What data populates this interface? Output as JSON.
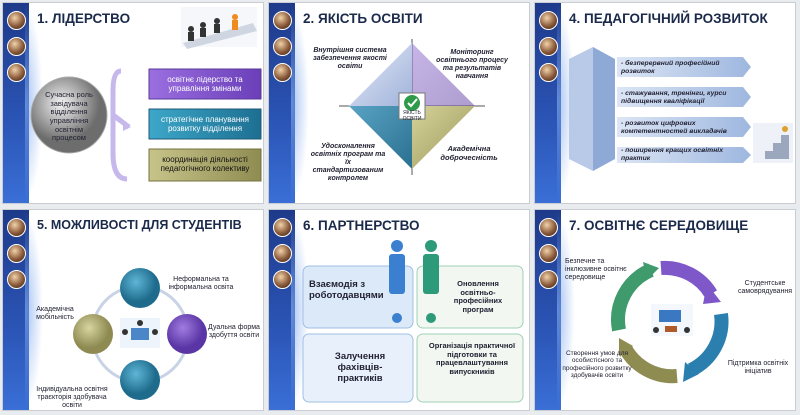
{
  "slide1": {
    "title": "1. ЛІДЕРСТВО",
    "center": "Сучасна роль завідувача відділення управління освітнім процесом",
    "boxes": [
      "освітнє лідерство та управління змінами",
      "стратегічне планування розвитку відділення",
      "координація діяльності педагогічного колективу"
    ]
  },
  "slide2": {
    "title": "2. ЯКІСТЬ ОСВІТИ",
    "tl": "Внутрішня система забезпечення якості освіти",
    "tr": "Моніторинг освітнього процесу та результатів навчання",
    "bl": "Удосконалення освітніх програм та їх стандартизованим контролем",
    "br": "Академічна доброчесність",
    "center": "ЯКІСТЬ ОСВІТИ"
  },
  "slide3": {
    "title": "4. ПЕДАГОГІЧНИЙ РОЗВИТОК",
    "items": [
      "- безперервний професійний розвиток",
      "- стажування, тренінги, курси підвищення кваліфікації",
      "- розвиток цифрових компетентностей викладачів",
      "- поширення кращих освітніх практик"
    ]
  },
  "slide4": {
    "title": "5. МОЖЛИВОСТІ ДЛЯ СТУДЕНТІВ",
    "top": "Неформальна та інформальна освіта",
    "left": "Академічна мобільність",
    "right": "Дуальна форма здобуття освіти",
    "bottom": "Індивідуальна освітня траєкторія здобувача освіти"
  },
  "slide5": {
    "title": "6. ПАРТНЕРСТВО",
    "tl": "Взаємодія з роботодавцями",
    "tr": "Оновлення освітньо-професійних програм",
    "bl": "Залучення фахівців-практиків",
    "br": "Організація практичної підготовки та працевлаштування випускників"
  },
  "slide6": {
    "title": "7. ОСВІТНЄ СЕРЕДОВИЩЕ",
    "tl": "Безпечне та інклюзивне освітнє середовище",
    "tr": "Студентське самоврядування",
    "bl": "Створення умов для особистісного та професійного розвитку здобувачів освіти",
    "br": "Підтримка освітніх ініціатив"
  },
  "colors": {
    "navy": "#1e3a8a",
    "purple": "#8a5bd1",
    "teal": "#2b8fb0",
    "olive": "#a9a66a",
    "green": "#3f9a6c"
  }
}
